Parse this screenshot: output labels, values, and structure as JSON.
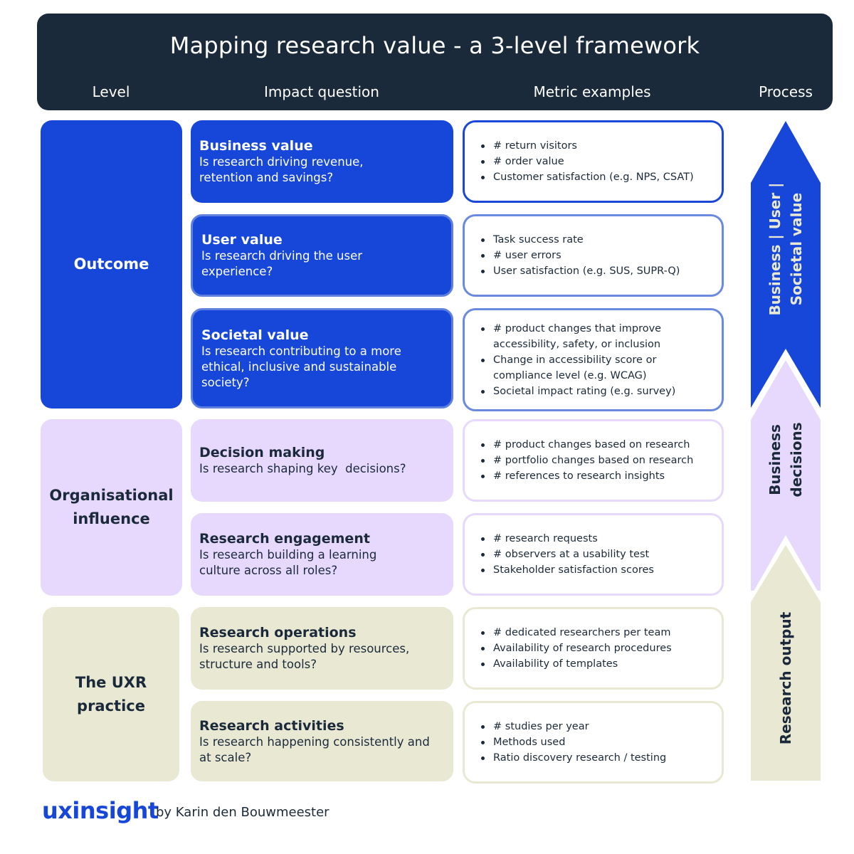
{
  "header": {
    "title": "Mapping research value - a 3-level framework",
    "columns": {
      "level": "Level",
      "impact": "Impact question",
      "metric": "Metric examples",
      "process": "Process"
    }
  },
  "colors": {
    "header_bg": "#1b2a3b",
    "outcome": "#1747d8",
    "organisational": "#e7d9fd",
    "practice": "#e9e8d3",
    "text_dark": "#1b2a3b"
  },
  "levels": [
    {
      "label": "Outcome",
      "rows": [
        {
          "heading": "Business value",
          "question": "Is research driving revenue, retention and savings?",
          "metrics": [
            "# return visitors",
            "# order value",
            "Customer satisfaction (e.g. NPS, CSAT)"
          ]
        },
        {
          "heading": "User value",
          "question": "Is research driving the user experience?",
          "metrics": [
            "Task success rate",
            "# user errors",
            "User satisfaction (e.g. SUS, SUPR-Q)"
          ]
        },
        {
          "heading": "Societal value",
          "question": "Is research contributing to a more ethical, inclusive and sustainable society?",
          "metrics": [
            "# product changes that improve accessibility, safety, or inclusion",
            "Change in accessibility score or compliance level (e.g. WCAG)",
            "Societal impact rating (e.g. survey)"
          ]
        }
      ]
    },
    {
      "label": "Organisational influence",
      "rows": [
        {
          "heading": "Decision making",
          "question": "Is research shaping key  decisions?",
          "metrics": [
            "# product changes based on research",
            "# portfolio changes based on research",
            "# references to research insights"
          ]
        },
        {
          "heading": "Research engagement",
          "question": "Is research building a learning culture across all roles?",
          "metrics": [
            "# research requests",
            "# observers at a usability test",
            "Stakeholder satisfaction scores"
          ]
        }
      ]
    },
    {
      "label": "The UXR practice",
      "rows": [
        {
          "heading": "Research operations",
          "question": "Is research supported by resources, structure and tools?",
          "metrics": [
            "# dedicated researchers per team",
            "Availability of research procedures",
            "Availability of templates"
          ]
        },
        {
          "heading": "Research activities",
          "question": "Is research happening consistently and at scale?",
          "metrics": [
            "# studies per year",
            "Methods used",
            "Ratio discovery research / testing"
          ]
        }
      ]
    }
  ],
  "process": {
    "top": {
      "line1": "Business | User |",
      "line2": "Societal value"
    },
    "middle": {
      "line1": "Business",
      "line2": "decisions"
    },
    "bottom": {
      "line1": "Research output"
    }
  },
  "footer": {
    "logo": "uxinsight",
    "byline": "by Karin den Bouwmeester"
  }
}
